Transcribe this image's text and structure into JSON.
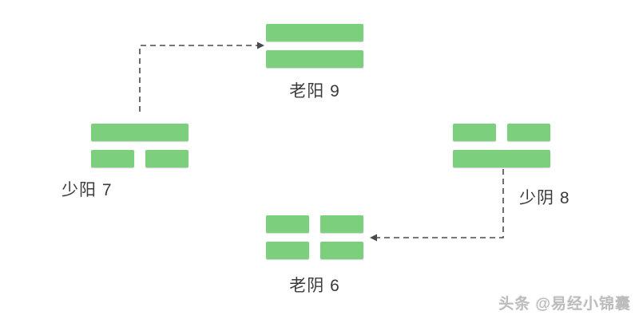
{
  "diagram": {
    "nodes": [
      {
        "id": "lao-yang",
        "label": "老阳 9",
        "lines": [
          "solid",
          "solid"
        ]
      },
      {
        "id": "shao-yang",
        "label": "少阳 7",
        "lines": [
          "solid",
          "broken"
        ]
      },
      {
        "id": "shao-yin",
        "label": "少阴 8",
        "lines": [
          "broken",
          "solid"
        ]
      },
      {
        "id": "lao-yin",
        "label": "老阴 6",
        "lines": [
          "broken",
          "broken"
        ]
      }
    ],
    "arrows": [
      {
        "from": "少阳 7",
        "to": "老阳 9",
        "style": "dashed"
      },
      {
        "from": "少阴 8",
        "to": "老阴 6",
        "style": "dashed"
      }
    ],
    "colors": {
      "bar_green": "#7ccf7d",
      "arrow_gray": "#4a4a4a",
      "label_text": "#3b3b3b",
      "watermark_gray": "#bcbcbc",
      "background": "#ffffff"
    }
  },
  "watermark": {
    "text": "头条 @易经小锦囊"
  }
}
